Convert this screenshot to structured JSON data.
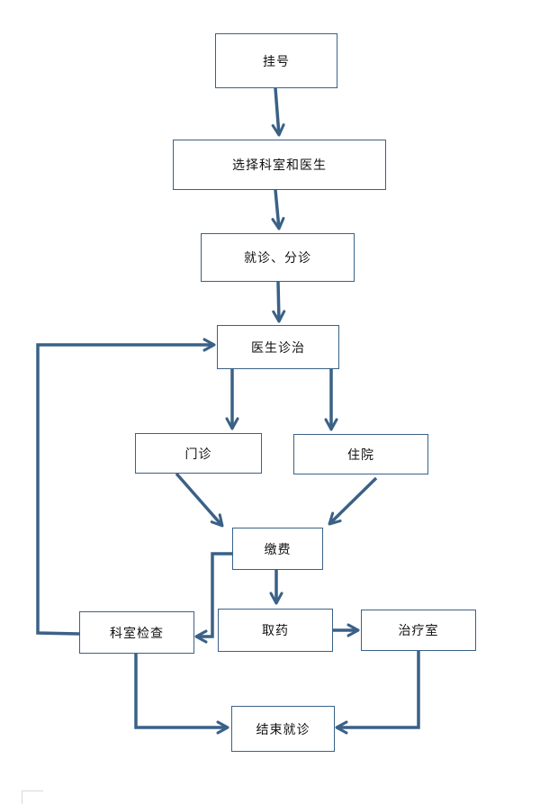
{
  "colors": {
    "stroke": "#3a6187",
    "text": "#111111",
    "background": "#ffffff"
  },
  "nodes": {
    "register": "挂号",
    "select_dept": "选择科室和医生",
    "triage": "就诊、分诊",
    "diagnosis": "医生诊治",
    "outpatient": "门诊",
    "inpatient": "住院",
    "payment": "缴费",
    "dept_exam": "科室检查",
    "pickup_medicine": "取药",
    "treatment_room": "治疗室",
    "end_visit": "结束就诊"
  }
}
